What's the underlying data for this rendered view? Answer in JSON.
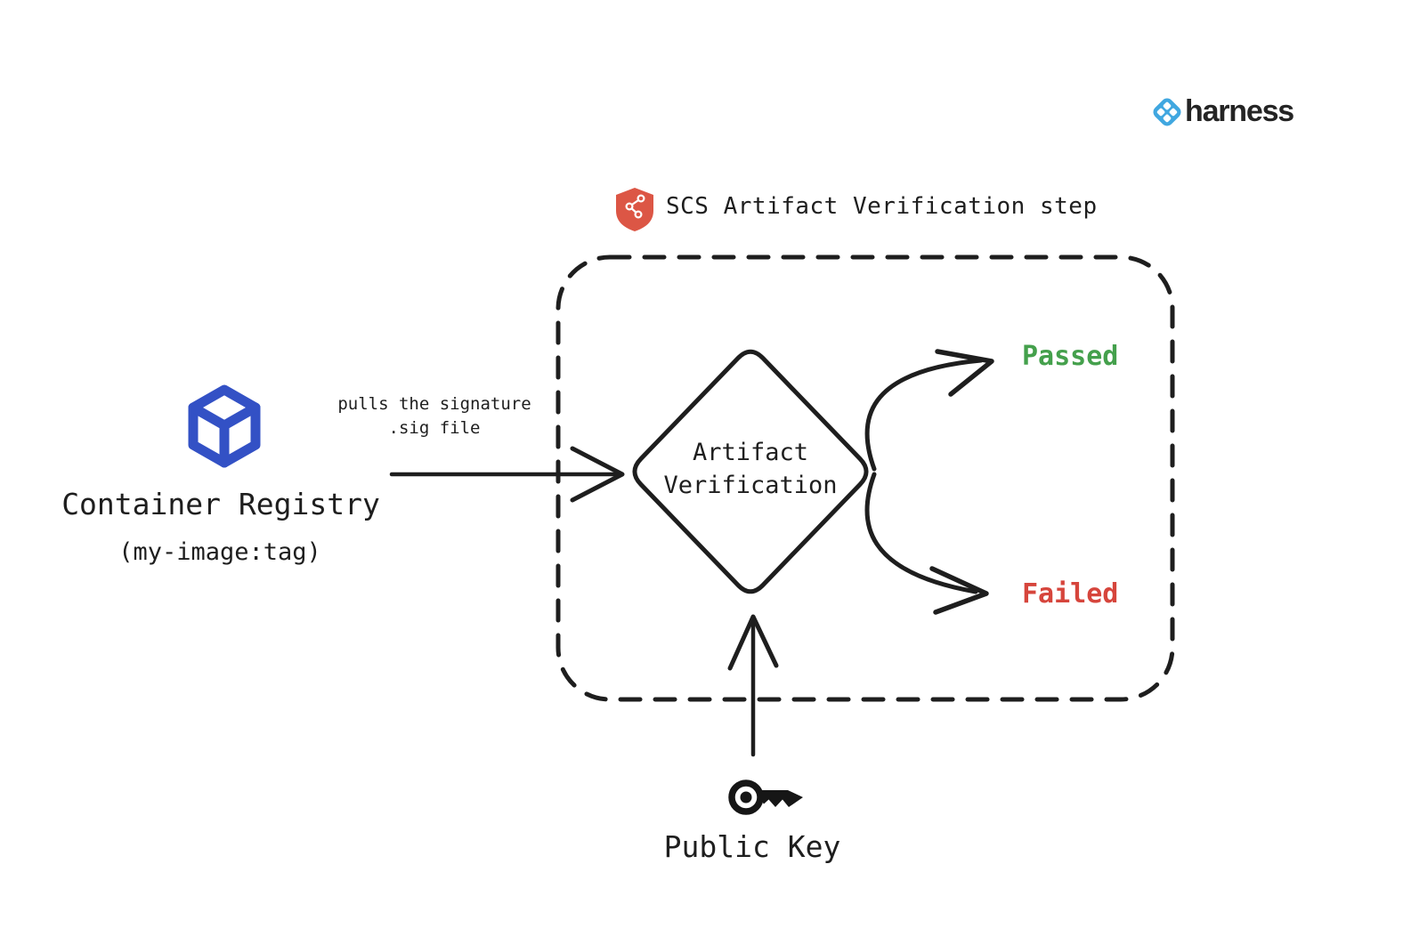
{
  "brand": {
    "wordmark": "harness",
    "logo_color": "#40a7e0",
    "wordmark_color": "#242424"
  },
  "header": {
    "title": "SCS Artifact Verification step",
    "shield_color": "#dc5645"
  },
  "registry": {
    "title": "Container Registry",
    "subtitle": "(my-image:tag)",
    "cube_color": "#3351c5"
  },
  "flow": {
    "edge_label_line1": "pulls the signature",
    "edge_label_line2": ".sig file",
    "diamond_line1": "Artifact",
    "diamond_line2": "Verification",
    "passed_label": "Passed",
    "passed_color": "#44a04c",
    "failed_label": "Failed",
    "failed_color": "#d6453c",
    "stroke_color": "#1e1e1e"
  },
  "public_key": {
    "label": "Public Key",
    "key_color": "#161616"
  },
  "icons": {
    "harness-logo-icon": "blue rounded diamond with four white diamond cutouts",
    "shield-graph-icon": "red shield containing white connected nodes",
    "container-cube-icon": "blue outlined 3D cube",
    "key-icon": "black key pointing right"
  }
}
